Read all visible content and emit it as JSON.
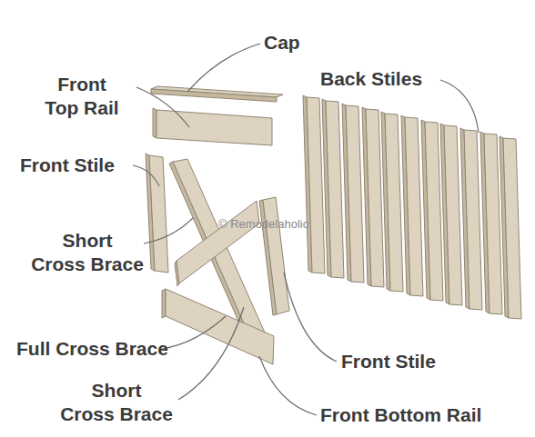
{
  "diagram": {
    "labels": [
      "Cap",
      "Front Top Rail",
      "Back Stiles",
      "Front Stile",
      "Short Cross Brace",
      "© Remodelaholic",
      "Full Cross Brace",
      "Front Stile",
      "Short Cross Brace",
      "Front Bottom Rail"
    ]
  }
}
